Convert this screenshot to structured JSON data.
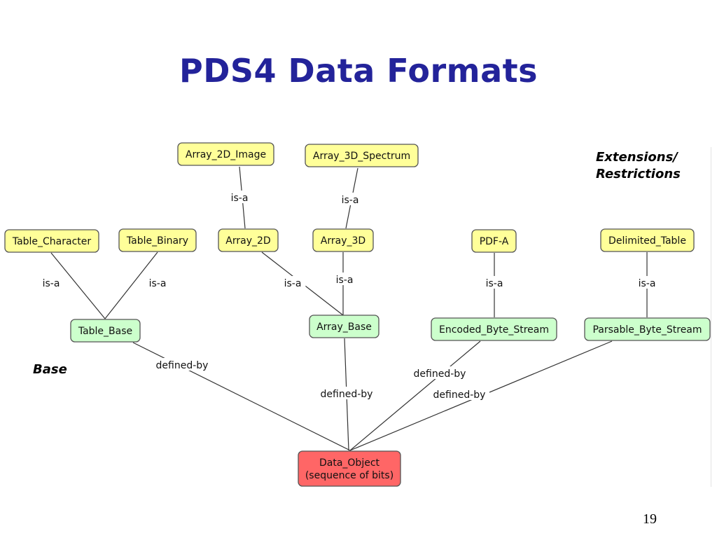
{
  "slide": {
    "title": "PDS4 Data Formats",
    "extensions_label_line1": "Extensions/",
    "extensions_label_line2": "Restrictions",
    "base_label": "Base",
    "page_number": "19"
  },
  "colors": {
    "title": "#23239a",
    "yellow_node": "#ffff99",
    "green_node": "#ccffcc",
    "red_node": "#ff6666"
  },
  "diagram": {
    "nodes": [
      {
        "id": "array2dimage",
        "lines": [
          "Array_2D_Image"
        ],
        "kind": "yellow"
      },
      {
        "id": "array3dspectrum",
        "lines": [
          "Array_3D_Spectrum"
        ],
        "kind": "yellow"
      },
      {
        "id": "tablecharacter",
        "lines": [
          "Table_Character"
        ],
        "kind": "yellow"
      },
      {
        "id": "tablebinary",
        "lines": [
          "Table_Binary"
        ],
        "kind": "yellow"
      },
      {
        "id": "array2d",
        "lines": [
          "Array_2D"
        ],
        "kind": "yellow"
      },
      {
        "id": "array3d",
        "lines": [
          "Array_3D"
        ],
        "kind": "yellow"
      },
      {
        "id": "pdfa",
        "lines": [
          "PDF-A"
        ],
        "kind": "yellow"
      },
      {
        "id": "delimitedtable",
        "lines": [
          "Delimited_Table"
        ],
        "kind": "yellow"
      },
      {
        "id": "tablebase",
        "lines": [
          "Table_Base"
        ],
        "kind": "green"
      },
      {
        "id": "arraybase",
        "lines": [
          "Array_Base"
        ],
        "kind": "green"
      },
      {
        "id": "encodedbytestream",
        "lines": [
          "Encoded_Byte_Stream"
        ],
        "kind": "green"
      },
      {
        "id": "parsablebytestream",
        "lines": [
          "Parsable_Byte_Stream"
        ],
        "kind": "green"
      },
      {
        "id": "dataobject",
        "lines": [
          "Data_Object",
          "(sequence of bits)"
        ],
        "kind": "red"
      }
    ],
    "edges": [
      {
        "from": "array2dimage",
        "to": "array2d",
        "label": "is-a"
      },
      {
        "from": "array3dspectrum",
        "to": "array3d",
        "label": "is-a"
      },
      {
        "from": "tablecharacter",
        "to": "tablebase",
        "label": "is-a"
      },
      {
        "from": "tablebinary",
        "to": "tablebase",
        "label": "is-a"
      },
      {
        "from": "array2d",
        "to": "arraybase",
        "label": "is-a"
      },
      {
        "from": "array3d",
        "to": "arraybase",
        "label": "is-a"
      },
      {
        "from": "pdfa",
        "to": "encodedbytestream",
        "label": "is-a"
      },
      {
        "from": "delimitedtable",
        "to": "parsablebytestream",
        "label": "is-a"
      },
      {
        "from": "tablebase",
        "to": "dataobject",
        "label": "defined-by"
      },
      {
        "from": "arraybase",
        "to": "dataobject",
        "label": "defined-by"
      },
      {
        "from": "encodedbytestream",
        "to": "dataobject",
        "label": "defined-by"
      },
      {
        "from": "parsablebytestream",
        "to": "dataobject",
        "label": "defined-by"
      }
    ]
  }
}
